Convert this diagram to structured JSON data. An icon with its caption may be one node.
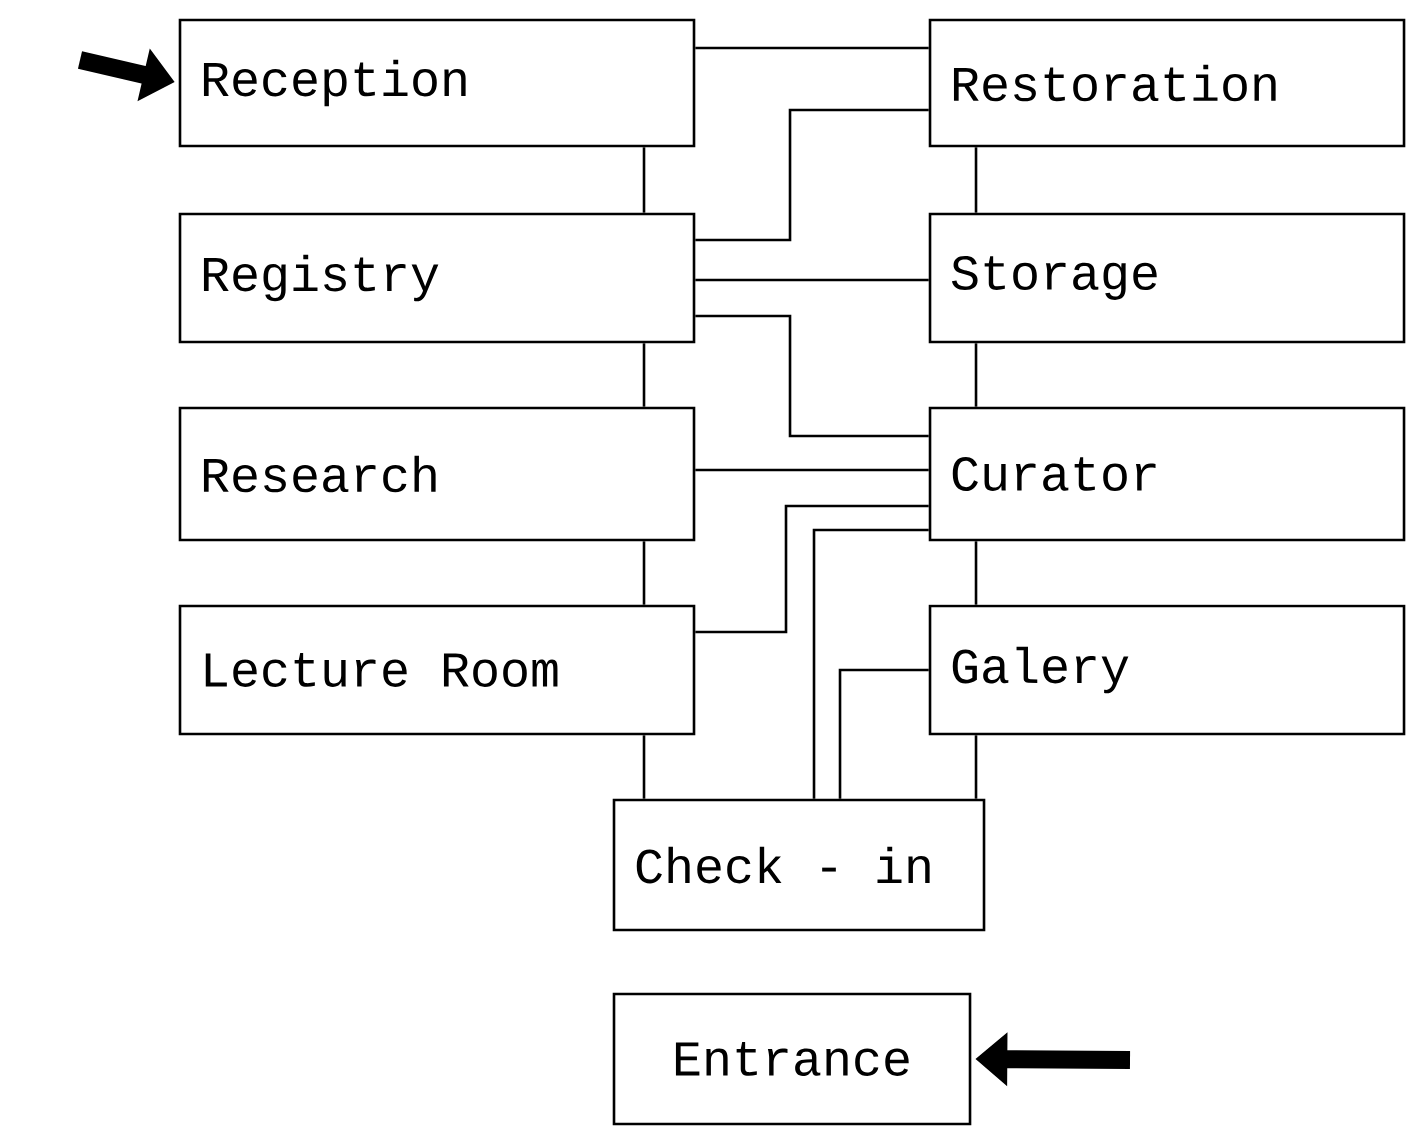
{
  "diagram": {
    "nodes": [
      {
        "text": [
          "Reception"
        ]
      },
      {
        "text": [
          "Registry"
        ]
      },
      {
        "text": [
          "Research"
        ]
      },
      {
        "text": [
          "Lecture Room"
        ]
      },
      {
        "text": [
          "Restoration"
        ]
      },
      {
        "text": [
          "Storage"
        ]
      },
      {
        "text": [
          "Curator"
        ]
      },
      {
        "text": [
          "Galery"
        ]
      },
      {
        "text": [
          "Check - in"
        ]
      },
      {
        "text": [
          "Entrance"
        ]
      }
    ],
    "edges": [
      {
        "from": null,
        "to": 0,
        "arrow": "to",
        "style": "thick"
      },
      {
        "from": null,
        "to": 9,
        "arrow": "to",
        "style": "thick"
      },
      {
        "from": 0,
        "to": 1,
        "arrow": "none"
      },
      {
        "from": 1,
        "to": 2,
        "arrow": "none"
      },
      {
        "from": 2,
        "to": 3,
        "arrow": "none"
      },
      {
        "from": 3,
        "to": 8,
        "arrow": "none"
      },
      {
        "from": 4,
        "to": 5,
        "arrow": "none"
      },
      {
        "from": 5,
        "to": 6,
        "arrow": "none"
      },
      {
        "from": 6,
        "to": 7,
        "arrow": "none"
      },
      {
        "from": 7,
        "to": 8,
        "arrow": "none"
      },
      {
        "from": 0,
        "to": 4,
        "arrow": "none"
      },
      {
        "from": 1,
        "to": 4,
        "arrow": "none"
      },
      {
        "from": 1,
        "to": 5,
        "arrow": "none"
      },
      {
        "from": 1,
        "to": 6,
        "arrow": "none"
      },
      {
        "from": 2,
        "to": 6,
        "arrow": "none"
      },
      {
        "from": 3,
        "to": 6,
        "arrow": "none"
      },
      {
        "from": 8,
        "to": 6,
        "arrow": "none"
      },
      {
        "from": 8,
        "to": 7,
        "arrow": "none"
      }
    ]
  }
}
